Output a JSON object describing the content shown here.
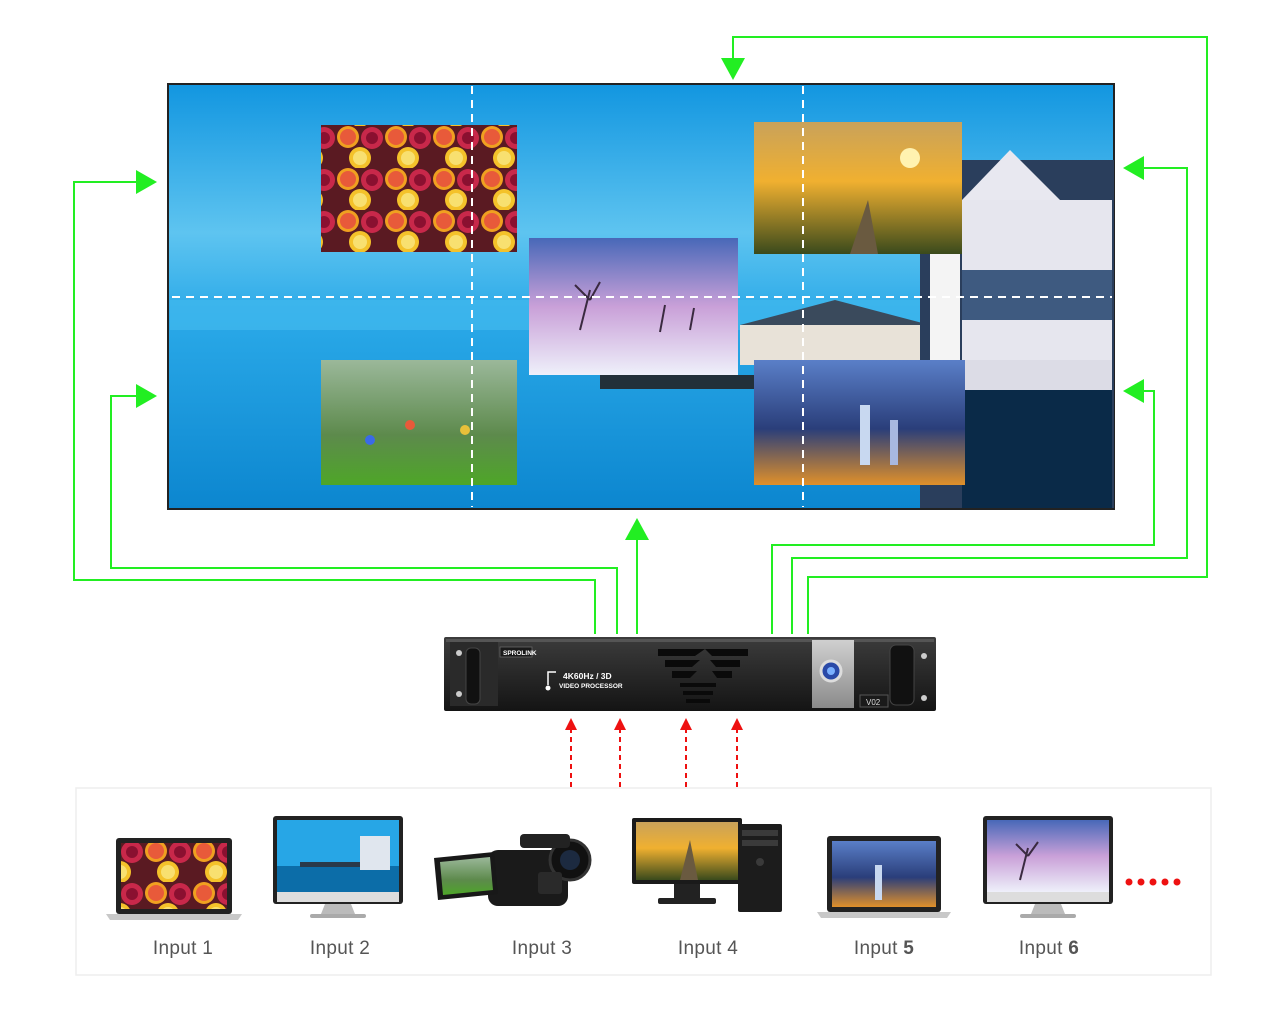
{
  "device": {
    "brand": "SPROLINK",
    "line1": "4K60Hz / 3D",
    "line2": "VIDEO PROCESSOR",
    "model": "V02"
  },
  "inputs": [
    {
      "prefix": "Input ",
      "number": "1",
      "bold": false,
      "device": "laptop",
      "screen": "fruit"
    },
    {
      "prefix": "Input ",
      "number": "2",
      "bold": false,
      "device": "monitor",
      "screen": "pier"
    },
    {
      "prefix": "Input ",
      "number": "3",
      "bold": false,
      "device": "camcorder",
      "screen": "kids"
    },
    {
      "prefix": "Input ",
      "number": "4",
      "bold": false,
      "device": "desktop-pc",
      "screen": "railway"
    },
    {
      "prefix": "Input ",
      "number": "5",
      "bold": true,
      "device": "laptop",
      "screen": "city"
    },
    {
      "prefix": "Input ",
      "number": "6",
      "bold": true,
      "device": "monitor",
      "screen": "snow"
    }
  ],
  "colors": {
    "output_arrows": "#22ee22",
    "input_arrows": "#ee1111",
    "more_dots": "#ee1111",
    "wall_background": "#1aa4e6",
    "grid_lines": "#ffffff"
  }
}
